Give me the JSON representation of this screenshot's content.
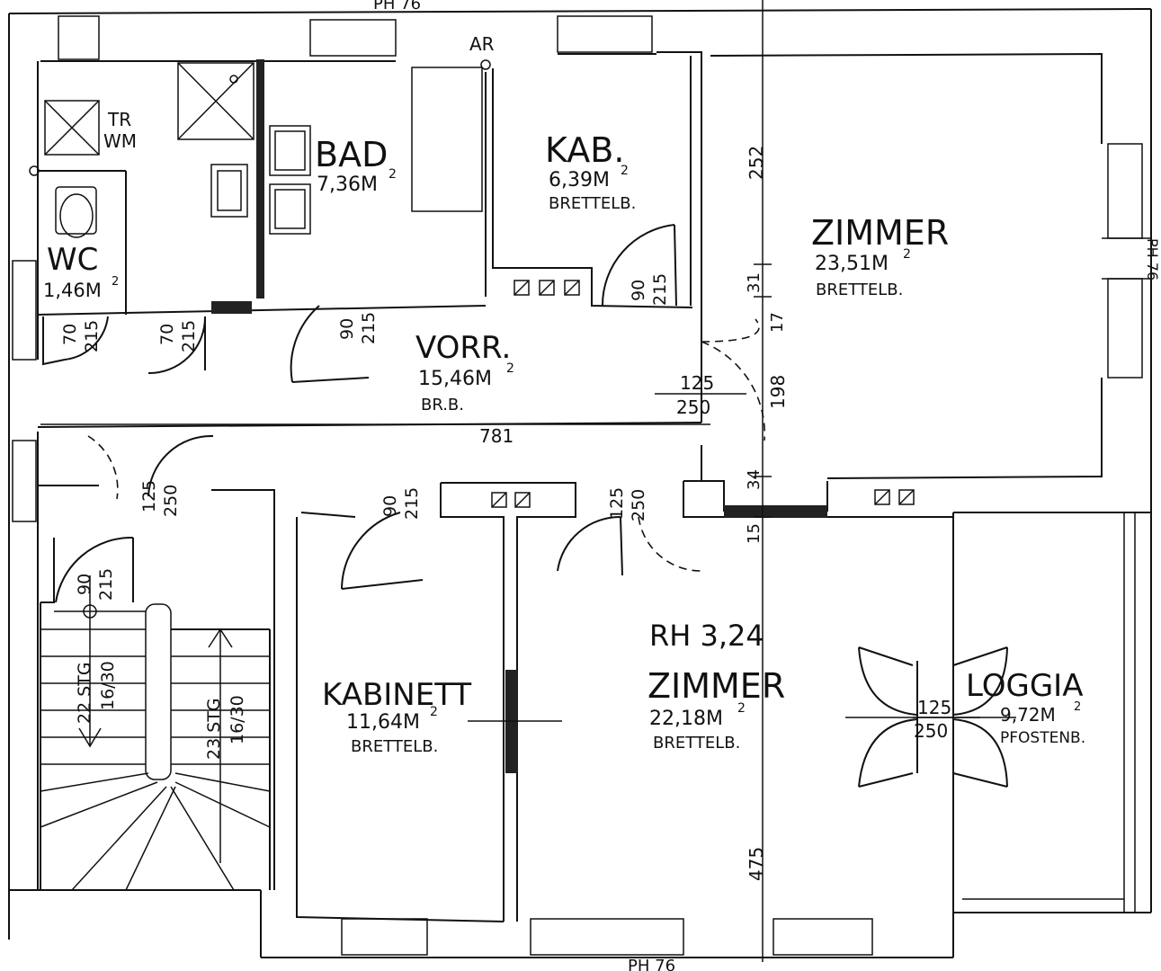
{
  "rooms": {
    "bad": {
      "name": "BAD",
      "area": "7,36M",
      "sup": "2"
    },
    "kab": {
      "name": "KAB.",
      "area": "6,39M",
      "sup": "2",
      "floor": "BRETTELB."
    },
    "zimmer_top": {
      "name": "ZIMMER",
      "area": "23,51M",
      "sup": "2",
      "floor": "BRETTELB."
    },
    "wc": {
      "name": "WC",
      "area": "1,46M",
      "sup": "2"
    },
    "vorr": {
      "name": "VORR.",
      "area": "15,46M",
      "sup": "2",
      "floor": "BR.B."
    },
    "kabinett": {
      "name": "KABINETT",
      "area": "11,64M",
      "sup": "2",
      "floor": "BRETTELB."
    },
    "zimmer_bottom": {
      "name": "ZIMMER",
      "area": "22,18M",
      "sup": "2",
      "floor": "BRETTELB."
    },
    "loggia": {
      "name": "LOGGIA",
      "area": "9,72M",
      "sup": "2",
      "floor": "PFOSTENB."
    }
  },
  "labels": {
    "room_height": "RH 3,24",
    "ar": "AR",
    "tr": "TR",
    "wm": "WM",
    "ph_top": "PH 76",
    "ph_bottom": "PH 76",
    "ph_right": "PH 76"
  },
  "dimensions": {
    "d252": "252",
    "d31": "31",
    "d17": "17",
    "d198": "198",
    "d34": "34",
    "d15": "15",
    "d475": "475",
    "d781": "781",
    "door_kab_w": "90",
    "door_kab_h": "215",
    "door_bad_w": "90",
    "door_bad_h": "215",
    "door_wc_w": "70",
    "door_wc_h": "215",
    "door_wm_w": "70",
    "door_wm_h": "215",
    "door_zim_w": "125",
    "door_zim_h": "250",
    "door_entry_w": "125",
    "door_entry_h": "250",
    "door_kabinett_w": "90",
    "door_kabinett_h": "215",
    "door_zimb_w": "125",
    "door_zimb_h": "250",
    "door_stair_w": "90",
    "door_stair_h": "215",
    "door_loggia_w": "125",
    "door_loggia_h": "250"
  },
  "stairs": {
    "flight1_steps": "22 STG",
    "flight1_ratio": "16/30",
    "flight2_steps": "23 STG",
    "flight2_ratio": "16/30"
  }
}
